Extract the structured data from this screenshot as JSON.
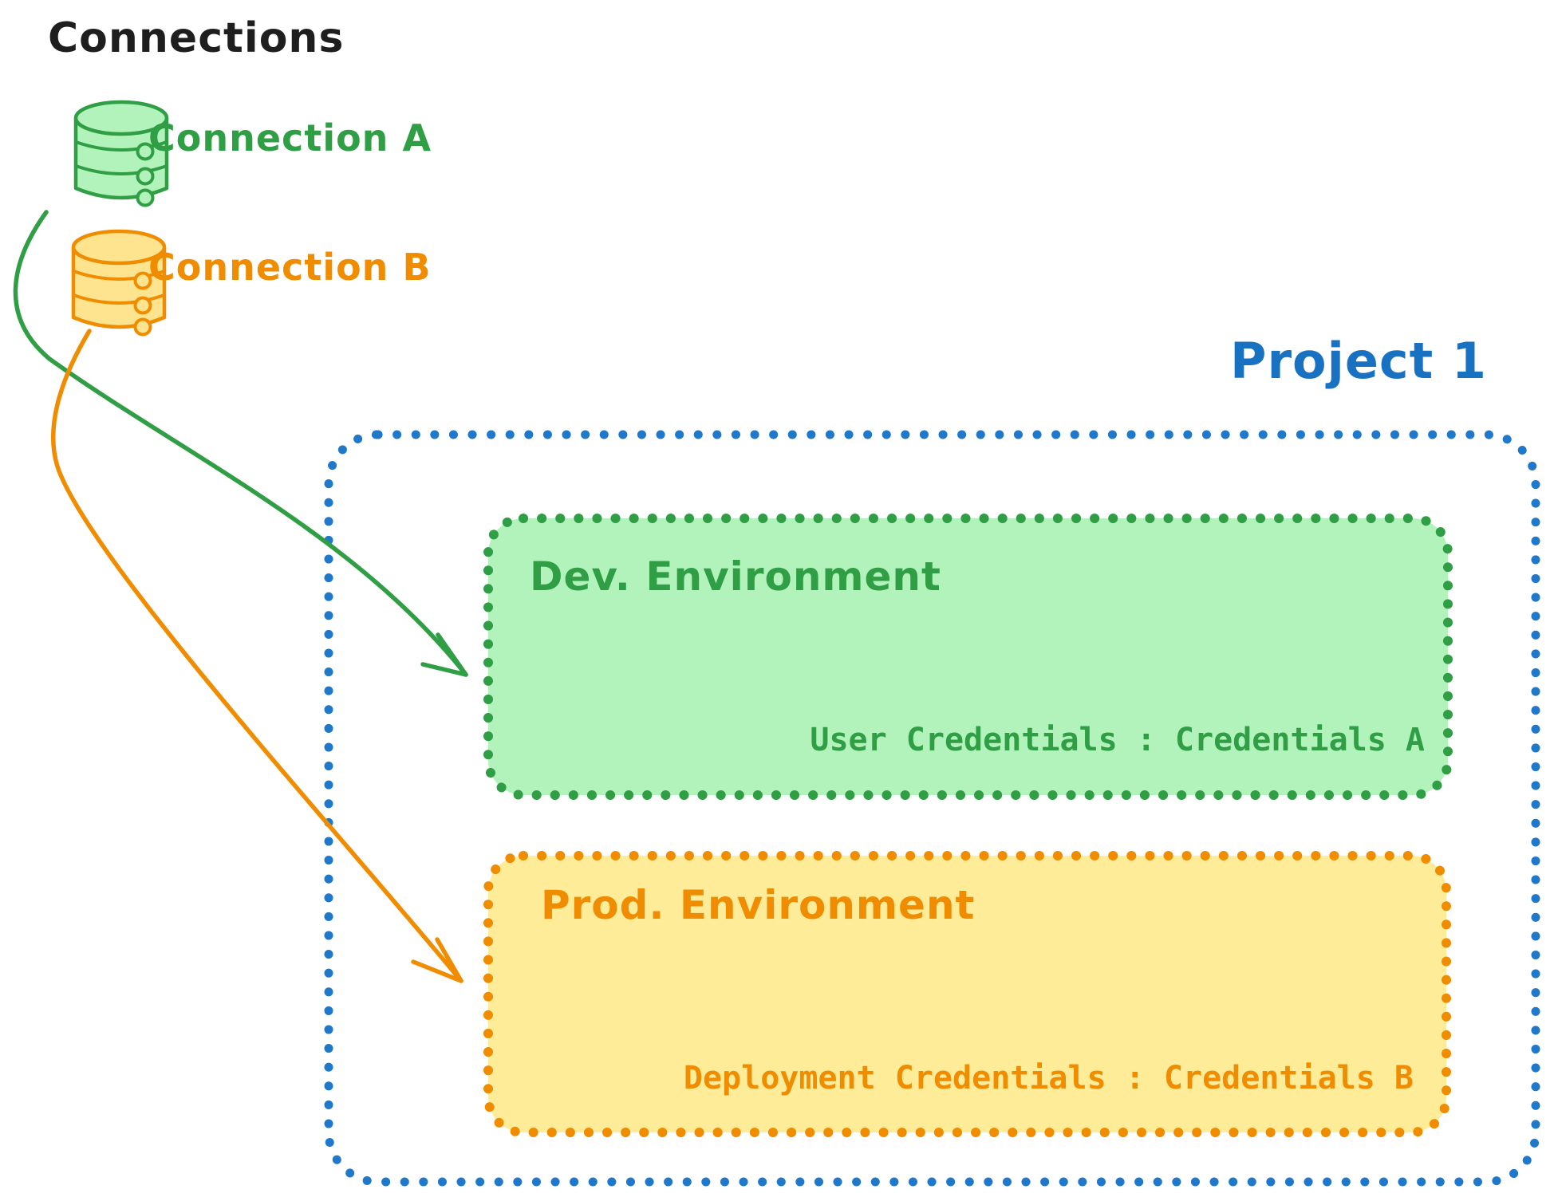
{
  "header": {
    "title": "Connections"
  },
  "palette": {
    "black": "#1e1e1e",
    "green": "#2f9e44",
    "green_fill": "#b2f2bb",
    "orange": "#f08c00",
    "orange_fill": "#ffec99",
    "yellow_icon_fill": "#ffe48f",
    "blue": "#1971c2"
  },
  "connections": [
    {
      "label": "Connection A",
      "icon": "database-icon",
      "color": "#2f9e44"
    },
    {
      "label": "Connection B",
      "icon": "database-icon",
      "color": "#f08c00"
    }
  ],
  "project": {
    "title": "Project 1",
    "environments": [
      {
        "name": "Dev. Environment",
        "credentials_label": "User Credentials : Credentials A"
      },
      {
        "name": "Prod. Environment",
        "credentials_label": "Deployment Credentials : Credentials B"
      }
    ]
  }
}
